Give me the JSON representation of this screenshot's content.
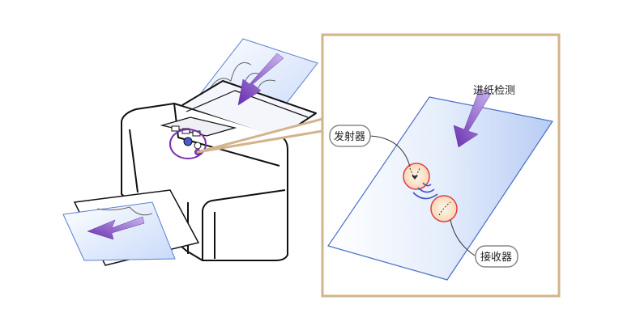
{
  "labels": {
    "paper_feed_detect": "进纸检测",
    "emitter": "发射器",
    "receiver": "接收器"
  },
  "colors": {
    "detail_frame": "#d2b48c",
    "arrow": "#7a3fb6",
    "sensor_dot": "#7a2fb0",
    "paper_edge": "#4a6fc9",
    "paper_fill": "#e3ecfb",
    "sensor_ring": "#e04040",
    "sensor_fill": "#fbe3cc",
    "wave": "#3b57c8"
  },
  "icons": {
    "scanner": "document-scanner",
    "feed_arrow": "down-left-arrow",
    "signal": "signal-waves"
  }
}
